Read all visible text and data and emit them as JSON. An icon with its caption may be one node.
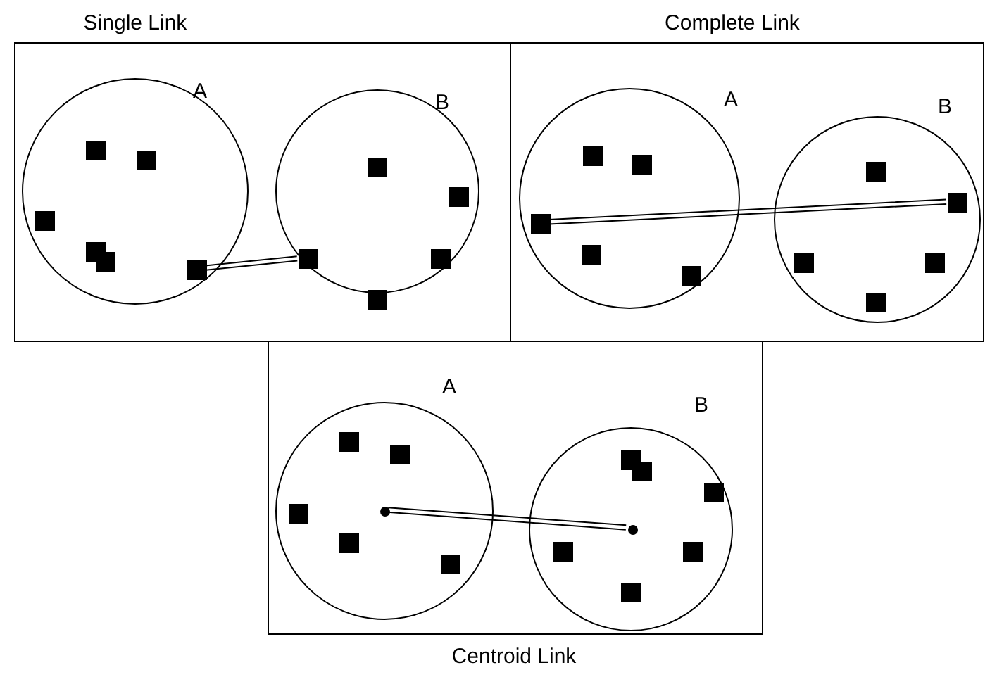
{
  "diagram": {
    "nodes": [
      {
        "text": [
          "Single Link"
        ]
      },
      {
        "text": [
          "A"
        ],
        "in": 0
      },
      {
        "text": [
          "B"
        ],
        "in": 0
      },
      {
        "text": [],
        "shape": "box",
        "in": 1
      },
      {
        "text": [],
        "shape": "box",
        "in": 2
      },
      {
        "text": [
          "Complete Link"
        ]
      },
      {
        "text": [
          "A"
        ],
        "in": 5
      },
      {
        "text": [
          "B"
        ],
        "in": 5
      },
      {
        "text": [],
        "shape": "box",
        "in": 6
      },
      {
        "text": [],
        "shape": "box",
        "in": 7
      },
      {
        "text": [
          "Centroid Link"
        ]
      },
      {
        "text": [
          "A"
        ],
        "in": 10
      },
      {
        "text": [
          "B"
        ],
        "in": 10
      },
      {
        "text": [],
        "shape": "circle",
        "in": 11
      },
      {
        "text": [],
        "shape": "circle",
        "in": 12
      }
    ],
    "edges": [
      {
        "from": 3,
        "to": 4,
        "arrow": "none"
      },
      {
        "from": 8,
        "to": 9,
        "arrow": "none"
      },
      {
        "from": 13,
        "to": 14,
        "arrow": "none"
      }
    ]
  }
}
